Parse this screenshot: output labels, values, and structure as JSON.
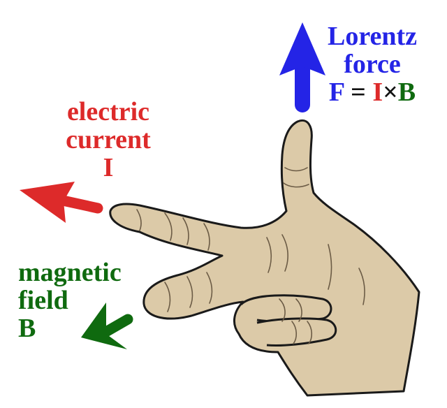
{
  "colors": {
    "force": "#2424e6",
    "current": "#dd2a2a",
    "field": "#0f6a0f",
    "skin": "#dccaa8",
    "outline": "#1a1a1a",
    "crease": "#6b5b45",
    "operator": "#111111"
  },
  "labels": {
    "force": {
      "line1": "Lorentz",
      "line2": "force"
    },
    "formula": {
      "f": "F",
      "eq": " = ",
      "i": "I",
      "times": "×",
      "b": "B"
    },
    "current": {
      "line1": "electric",
      "line2": "current",
      "symbol": "I"
    },
    "field": {
      "line1": "magnetic",
      "line2": "field",
      "symbol": "B"
    }
  }
}
